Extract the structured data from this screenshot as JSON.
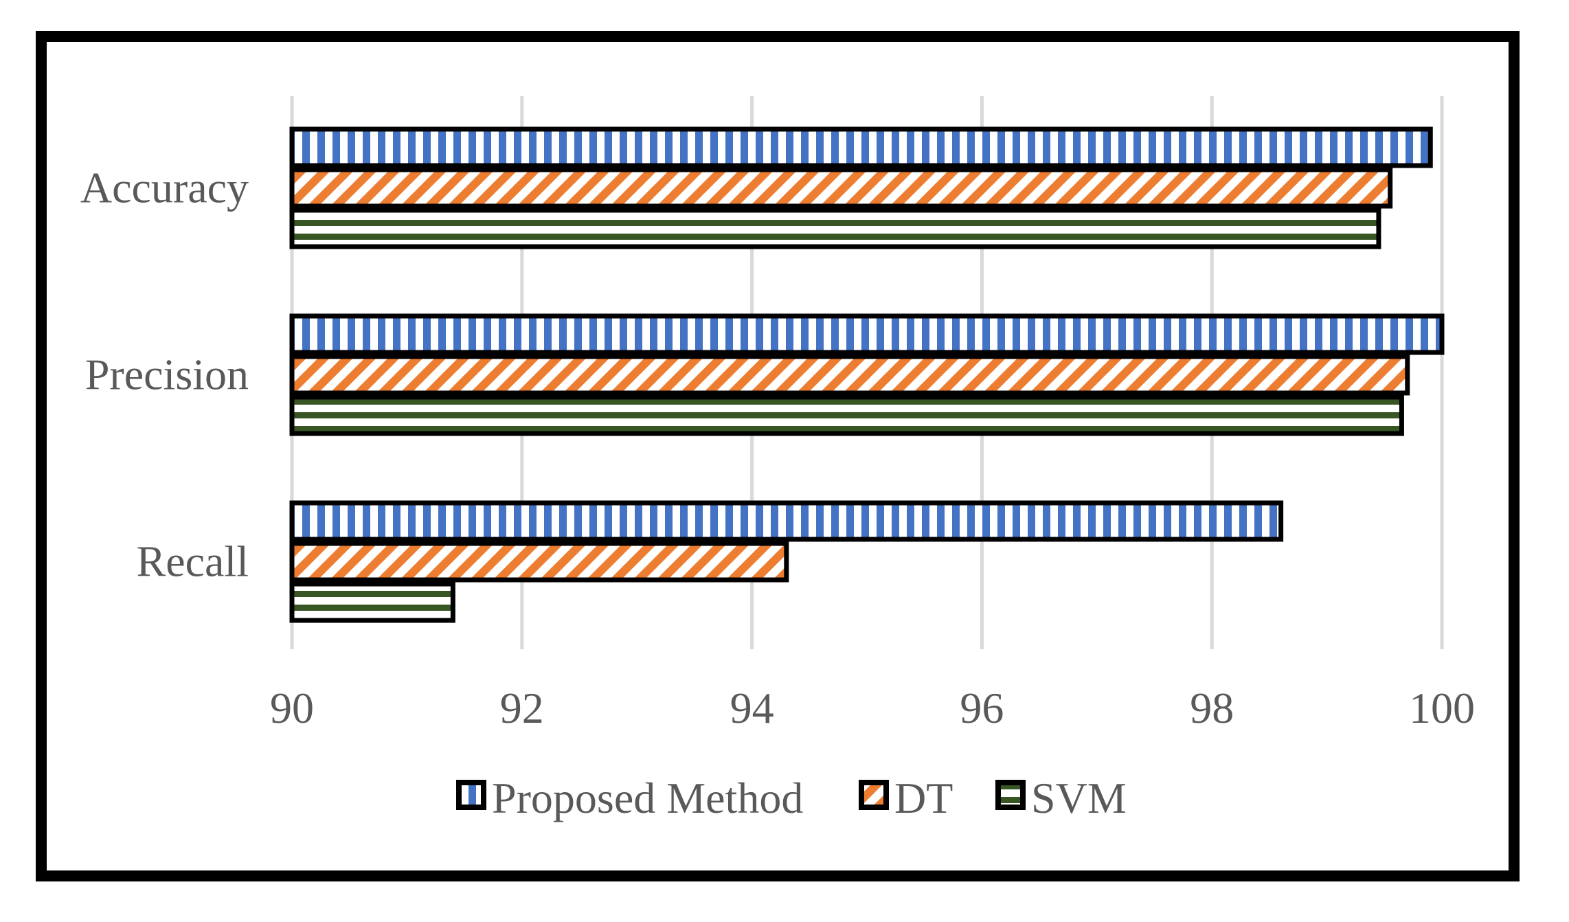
{
  "chart_data": {
    "type": "bar",
    "orientation": "horizontal",
    "categories": [
      "Accuracy",
      "Precision",
      "Recall"
    ],
    "series": [
      {
        "name": "Proposed Method",
        "values": [
          99.9,
          100.0,
          98.6
        ],
        "color": "#4472C4",
        "pattern": "vertical-stripes"
      },
      {
        "name": "DT",
        "values": [
          99.55,
          99.7,
          94.3
        ],
        "color": "#ED7D31",
        "pattern": "diagonal-stripes"
      },
      {
        "name": "SVM",
        "values": [
          99.45,
          99.65,
          91.4
        ],
        "color": "#375623",
        "pattern": "horizontal-stripes"
      }
    ],
    "xlim": [
      90,
      100
    ],
    "x_ticks": [
      "90",
      "92",
      "94",
      "96",
      "98",
      "100"
    ],
    "grid": true,
    "legend": "bottom",
    "title": "",
    "xlabel": "",
    "ylabel": ""
  }
}
